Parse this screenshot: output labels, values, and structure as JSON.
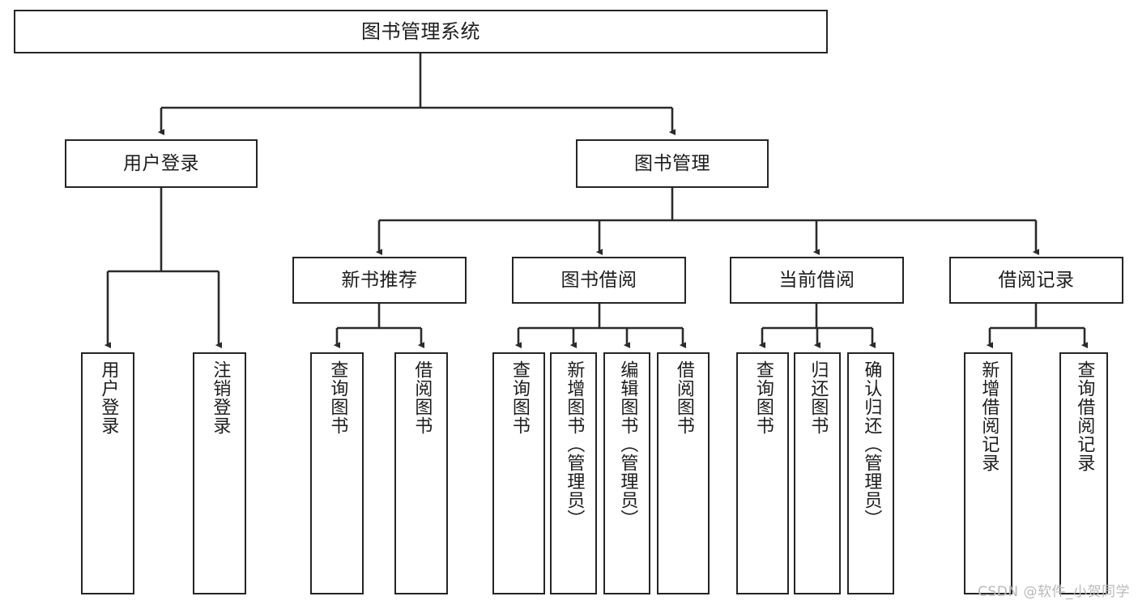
{
  "diagram": {
    "title": "图书管理系统",
    "watermark": "CSDN @软件_小贺同学",
    "type": "tree",
    "style": {
      "background": "#ffffff",
      "node_border": "#252525",
      "node_fill": "#ffffff",
      "edge_color": "#2b2b2b",
      "text_color": "#1d1d1d",
      "watermark_color": "#b9b9b9"
    },
    "nodes": {
      "root": {
        "label": "图书管理系统"
      },
      "level2": [
        {
          "id": "user-login",
          "label": "用户登录"
        },
        {
          "id": "book-manage",
          "label": "图书管理"
        }
      ],
      "level3": [
        {
          "id": "new-book-recommend",
          "label": "新书推荐"
        },
        {
          "id": "book-borrow",
          "label": "图书借阅"
        },
        {
          "id": "current-borrow",
          "label": "当前借阅"
        },
        {
          "id": "borrow-record",
          "label": "借阅记录"
        }
      ],
      "leaves": {
        "user_login": [
          {
            "id": "leaf-user-login",
            "label": "用户登录"
          },
          {
            "id": "leaf-logout",
            "label": "注销登录"
          }
        ],
        "new_book_recommend": [
          {
            "id": "leaf-query-book-1",
            "label": "查询图书"
          },
          {
            "id": "leaf-borrow-book-1",
            "label": "借阅图书"
          }
        ],
        "book_borrow": [
          {
            "id": "leaf-query-book-2",
            "label": "查询图书"
          },
          {
            "id": "leaf-add-book",
            "label": "新增图书（管理员）"
          },
          {
            "id": "leaf-edit-book",
            "label": "编辑图书（管理员）"
          },
          {
            "id": "leaf-borrow-book-2",
            "label": "借阅图书"
          }
        ],
        "current_borrow": [
          {
            "id": "leaf-query-book-3",
            "label": "查询图书"
          },
          {
            "id": "leaf-return-book",
            "label": "归还图书"
          },
          {
            "id": "leaf-confirm-return",
            "label": "确认归还（管理员）"
          }
        ],
        "borrow_record": [
          {
            "id": "leaf-add-record",
            "label": "新增借阅记录"
          },
          {
            "id": "leaf-query-record",
            "label": "查询借阅记录"
          }
        ]
      }
    },
    "edges": [
      {
        "from": "图书管理系统",
        "to": "用户登录"
      },
      {
        "from": "图书管理系统",
        "to": "图书管理"
      },
      {
        "from": "用户登录",
        "to": "用户登录"
      },
      {
        "from": "用户登录",
        "to": "注销登录"
      },
      {
        "from": "图书管理",
        "to": "新书推荐"
      },
      {
        "from": "图书管理",
        "to": "图书借阅"
      },
      {
        "from": "图书管理",
        "to": "当前借阅"
      },
      {
        "from": "图书管理",
        "to": "借阅记录"
      },
      {
        "from": "新书推荐",
        "to": "查询图书"
      },
      {
        "from": "新书推荐",
        "to": "借阅图书"
      },
      {
        "from": "图书借阅",
        "to": "查询图书"
      },
      {
        "from": "图书借阅",
        "to": "新增图书（管理员）"
      },
      {
        "from": "图书借阅",
        "to": "编辑图书（管理员）"
      },
      {
        "from": "图书借阅",
        "to": "借阅图书"
      },
      {
        "from": "当前借阅",
        "to": "查询图书"
      },
      {
        "from": "当前借阅",
        "to": "归还图书"
      },
      {
        "from": "当前借阅",
        "to": "确认归还（管理员）"
      },
      {
        "from": "借阅记录",
        "to": "新增借阅记录"
      },
      {
        "from": "借阅记录",
        "to": "查询借阅记录"
      }
    ]
  }
}
